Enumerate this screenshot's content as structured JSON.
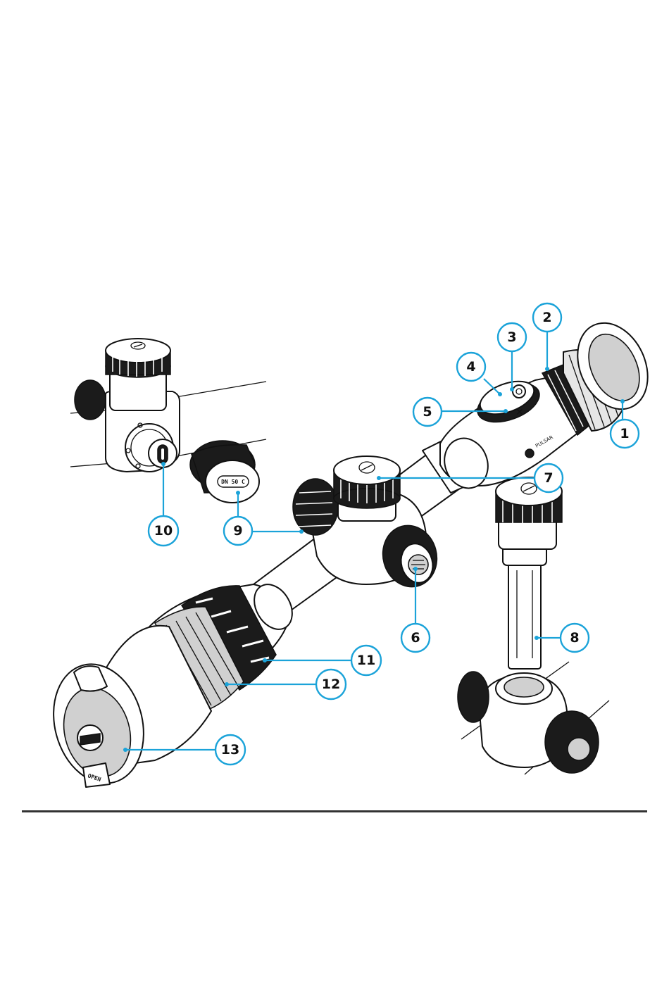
{
  "diagram": {
    "callouts": [
      {
        "id": "1",
        "label": "1"
      },
      {
        "id": "2",
        "label": "2"
      },
      {
        "id": "3",
        "label": "3"
      },
      {
        "id": "4",
        "label": "4"
      },
      {
        "id": "5",
        "label": "5"
      },
      {
        "id": "6",
        "label": "6"
      },
      {
        "id": "7",
        "label": "7"
      },
      {
        "id": "8",
        "label": "8"
      },
      {
        "id": "9",
        "label": "9"
      },
      {
        "id": "10",
        "label": "10"
      },
      {
        "id": "11",
        "label": "11"
      },
      {
        "id": "12",
        "label": "12"
      },
      {
        "id": "13",
        "label": "13"
      }
    ],
    "battery_cap_text": "DN 50 C",
    "lens_cap_text": "OPEN",
    "accent_color": "#1ba3d9"
  }
}
